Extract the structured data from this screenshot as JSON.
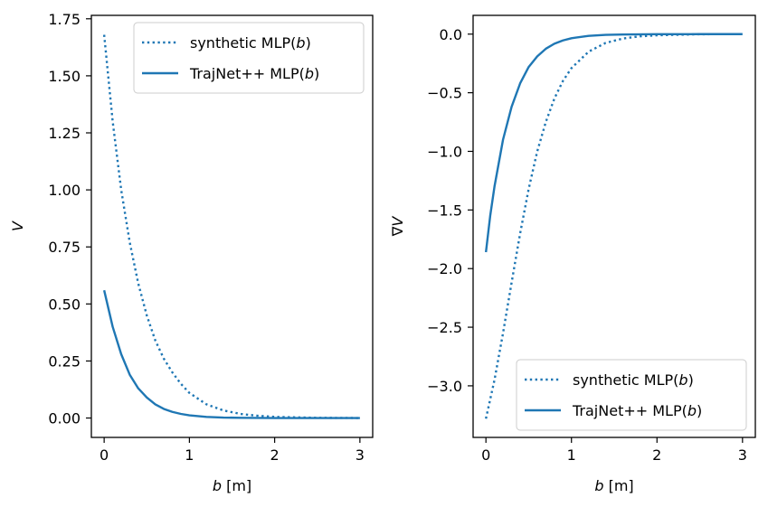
{
  "chart_data": [
    {
      "type": "line",
      "xlabel": "b [m]",
      "ylabel": "V",
      "xlim": [
        -0.15,
        3.15
      ],
      "ylim": [
        -0.085,
        1.765
      ],
      "xticks": [
        0,
        1,
        2,
        3
      ],
      "yticks": [
        0.0,
        0.25,
        0.5,
        0.75,
        1.0,
        1.25,
        1.5,
        1.75
      ],
      "ytick_labels": [
        "0.00",
        "0.25",
        "0.50",
        "0.75",
        "1.00",
        "1.25",
        "1.50",
        "1.75"
      ],
      "legend_position": "upper right",
      "color": "#1f77b4",
      "series": [
        {
          "name": "synthetic MLP(b)",
          "style": "dotted",
          "x": [
            0,
            0.1,
            0.2,
            0.3,
            0.4,
            0.5,
            0.6,
            0.7,
            0.8,
            0.9,
            1.0,
            1.2,
            1.4,
            1.6,
            1.8,
            2.0,
            2.5,
            3.0
          ],
          "y": [
            1.68,
            1.3,
            1.0,
            0.77,
            0.59,
            0.45,
            0.34,
            0.26,
            0.2,
            0.15,
            0.11,
            0.06,
            0.033,
            0.018,
            0.01,
            0.005,
            0.001,
            0.0
          ]
        },
        {
          "name": "TrajNet++ MLP(b)",
          "style": "solid",
          "x": [
            0,
            0.1,
            0.2,
            0.3,
            0.4,
            0.5,
            0.6,
            0.7,
            0.8,
            0.9,
            1.0,
            1.2,
            1.4,
            1.6,
            2.0,
            2.5,
            3.0
          ],
          "y": [
            0.56,
            0.4,
            0.28,
            0.19,
            0.13,
            0.09,
            0.06,
            0.04,
            0.027,
            0.018,
            0.012,
            0.005,
            0.002,
            0.001,
            0.0,
            0.0,
            0.0
          ]
        }
      ]
    },
    {
      "type": "line",
      "xlabel": "b [m]",
      "ylabel": "∇V",
      "xlim": [
        -0.15,
        3.15
      ],
      "ylim": [
        -3.44,
        0.16
      ],
      "xticks": [
        0,
        1,
        2,
        3
      ],
      "yticks": [
        0.0,
        -0.5,
        -1.0,
        -1.5,
        -2.0,
        -2.5,
        -3.0
      ],
      "ytick_labels": [
        "0.0",
        "−0.5",
        "−1.0",
        "−1.5",
        "−2.0",
        "−2.5",
        "−3.0"
      ],
      "legend_position": "lower right",
      "color": "#1f77b4",
      "series": [
        {
          "name": "synthetic MLP(b)",
          "style": "dotted",
          "x": [
            0,
            0.1,
            0.2,
            0.3,
            0.4,
            0.5,
            0.6,
            0.7,
            0.8,
            0.9,
            1.0,
            1.2,
            1.4,
            1.6,
            1.8,
            2.0,
            2.5,
            3.0
          ],
          "y": [
            -3.28,
            -2.95,
            -2.55,
            -2.12,
            -1.7,
            -1.32,
            -1.0,
            -0.75,
            -0.55,
            -0.4,
            -0.29,
            -0.15,
            -0.075,
            -0.038,
            -0.019,
            -0.01,
            -0.001,
            0.0
          ]
        },
        {
          "name": "TrajNet++ MLP(b)",
          "style": "solid",
          "x": [
            0,
            0.05,
            0.1,
            0.2,
            0.3,
            0.4,
            0.5,
            0.6,
            0.7,
            0.8,
            0.9,
            1.0,
            1.2,
            1.4,
            1.6,
            2.0,
            2.5,
            3.0
          ],
          "y": [
            -1.86,
            -1.55,
            -1.3,
            -0.9,
            -0.62,
            -0.42,
            -0.28,
            -0.19,
            -0.125,
            -0.082,
            -0.054,
            -0.035,
            -0.015,
            -0.006,
            -0.003,
            -0.0005,
            0.0,
            0.0
          ]
        }
      ]
    }
  ]
}
